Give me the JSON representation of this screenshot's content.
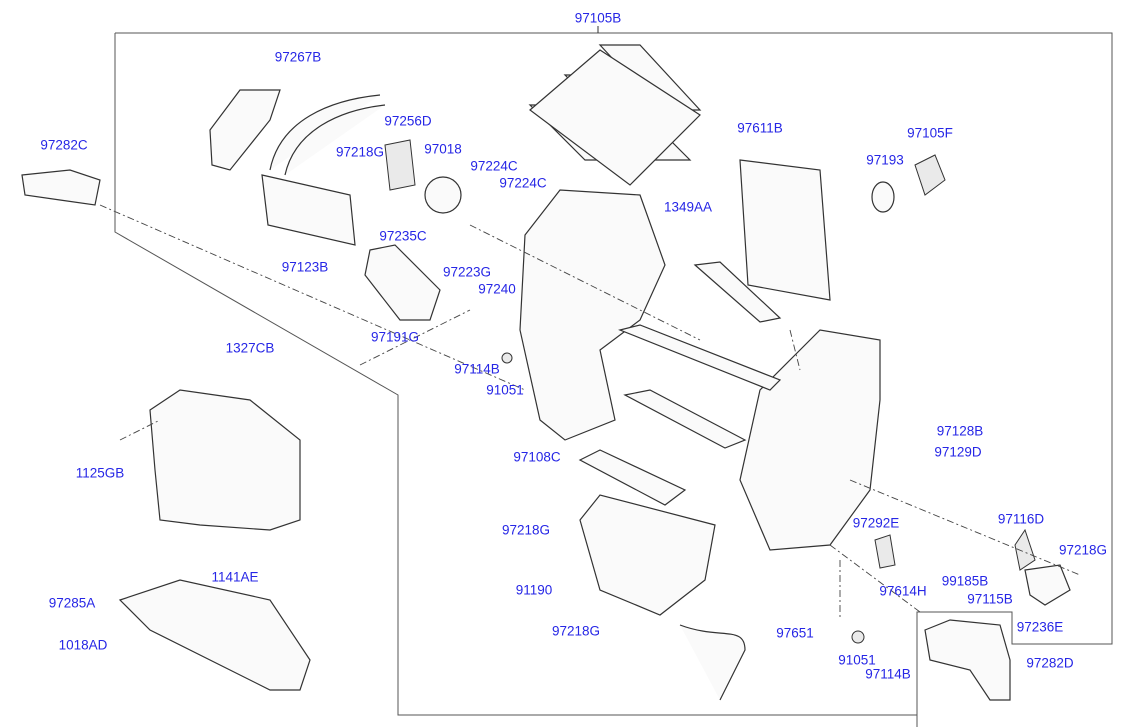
{
  "diagram": {
    "label_color": "#2626e6",
    "labels": [
      {
        "id": "97105B",
        "text": "97105B"
      },
      {
        "id": "97267B",
        "text": "97267B"
      },
      {
        "id": "97282C",
        "text": "97282C"
      },
      {
        "id": "97256D",
        "text": "97256D"
      },
      {
        "id": "97218G-a",
        "text": "97218G"
      },
      {
        "id": "97018",
        "text": "97018"
      },
      {
        "id": "97224C-a",
        "text": "97224C"
      },
      {
        "id": "97224C-b",
        "text": "97224C"
      },
      {
        "id": "97611B",
        "text": "97611B"
      },
      {
        "id": "97105F",
        "text": "97105F"
      },
      {
        "id": "97193",
        "text": "97193"
      },
      {
        "id": "1349AA",
        "text": "1349AA"
      },
      {
        "id": "97235C",
        "text": "97235C"
      },
      {
        "id": "97123B",
        "text": "97123B"
      },
      {
        "id": "97223G",
        "text": "97223G"
      },
      {
        "id": "97240",
        "text": "97240"
      },
      {
        "id": "97191G",
        "text": "97191G"
      },
      {
        "id": "1327CB",
        "text": "1327CB"
      },
      {
        "id": "97114B-a",
        "text": "97114B"
      },
      {
        "id": "91051-a",
        "text": "91051"
      },
      {
        "id": "97128B",
        "text": "97128B"
      },
      {
        "id": "97129D",
        "text": "97129D"
      },
      {
        "id": "97108C",
        "text": "97108C"
      },
      {
        "id": "1125GB",
        "text": "1125GB"
      },
      {
        "id": "97292E",
        "text": "97292E"
      },
      {
        "id": "97116D",
        "text": "97116D"
      },
      {
        "id": "97218G-b",
        "text": "97218G"
      },
      {
        "id": "97218G-c",
        "text": "97218G"
      },
      {
        "id": "99185B",
        "text": "99185B"
      },
      {
        "id": "97614H",
        "text": "97614H"
      },
      {
        "id": "97115B",
        "text": "97115B"
      },
      {
        "id": "1141AE",
        "text": "1141AE"
      },
      {
        "id": "91190",
        "text": "91190"
      },
      {
        "id": "97285A",
        "text": "97285A"
      },
      {
        "id": "97218G-d",
        "text": "97218G"
      },
      {
        "id": "97651",
        "text": "97651"
      },
      {
        "id": "97236E",
        "text": "97236E"
      },
      {
        "id": "91051-b",
        "text": "91051"
      },
      {
        "id": "97114B-b",
        "text": "97114B"
      },
      {
        "id": "97282D",
        "text": "97282D"
      },
      {
        "id": "1018AD",
        "text": "1018AD"
      }
    ]
  }
}
